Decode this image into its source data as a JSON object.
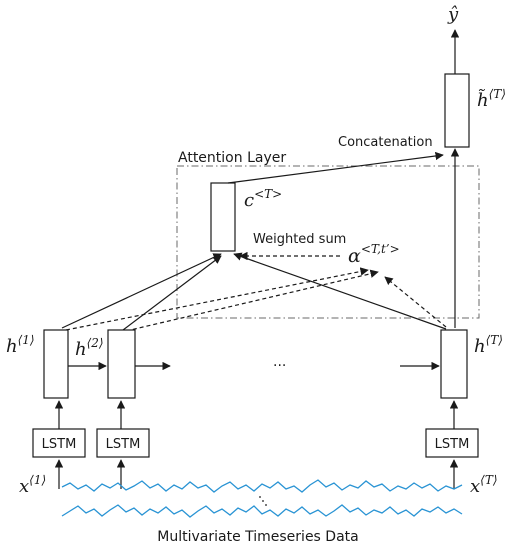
{
  "labels": {
    "output": "ŷ",
    "h_tilde_base": "h̃",
    "h_tilde_sup": "⟨T⟩",
    "concatenation": "Concatenation",
    "attention_layer": "Attention Layer",
    "context_base": "c",
    "context_sup": "<T>",
    "weighted_sum": "Weighted sum",
    "alpha_base": "α",
    "alpha_sup": "<T,t’>",
    "h1_base": "h",
    "h1_sup": "⟨1⟩",
    "h2_base": "h",
    "h2_sup": "⟨2⟩",
    "ellipsis": "···",
    "hT_base": "h",
    "hT_sup": "⟨T⟩",
    "lstm_1": "LSTM",
    "lstm_2": "LSTM",
    "lstm_T": "LSTM",
    "x1_base": "x",
    "x1_sup": "⟨1⟩",
    "xT_base": "x",
    "xT_sup": "⟨T⟩",
    "data_caption": "Multivariate Timeseries Data"
  },
  "colors": {
    "line": "#1a1a1a",
    "frame": "#6a6a6a",
    "series": "#2a94d4"
  }
}
